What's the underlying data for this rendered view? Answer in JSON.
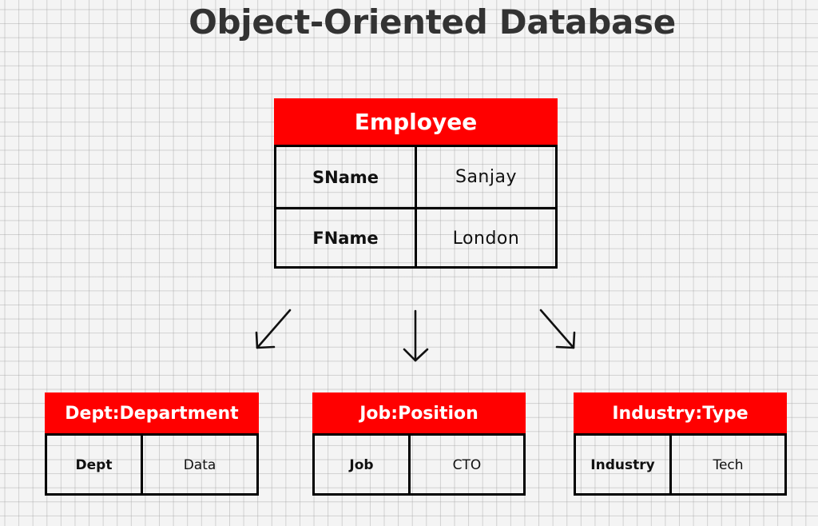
{
  "title": "Object-Oriented Database",
  "colors": {
    "header_bg": "#ff0000",
    "header_text": "#ffffff",
    "border": "#000000",
    "title_text": "#333333",
    "background": "#f4f4f4",
    "grid_line": "#d0d0d0"
  },
  "root": {
    "header": "Employee",
    "rows": [
      {
        "key": "SName",
        "value": "Sanjay"
      },
      {
        "key": "FName",
        "value": "London"
      }
    ]
  },
  "children": [
    {
      "header": "Dept:Department",
      "rows": [
        {
          "key": "Dept",
          "value": "Data"
        }
      ]
    },
    {
      "header": "Job:Position",
      "rows": [
        {
          "key": "Job",
          "value": "CTO"
        }
      ]
    },
    {
      "header": "Industry:Type",
      "rows": [
        {
          "key": "Industry",
          "value": "Tech"
        }
      ]
    }
  ],
  "arrows": [
    {
      "name": "arrow-to-dept",
      "direction": "down-left"
    },
    {
      "name": "arrow-to-job",
      "direction": "down"
    },
    {
      "name": "arrow-to-industry",
      "direction": "down-right"
    }
  ]
}
